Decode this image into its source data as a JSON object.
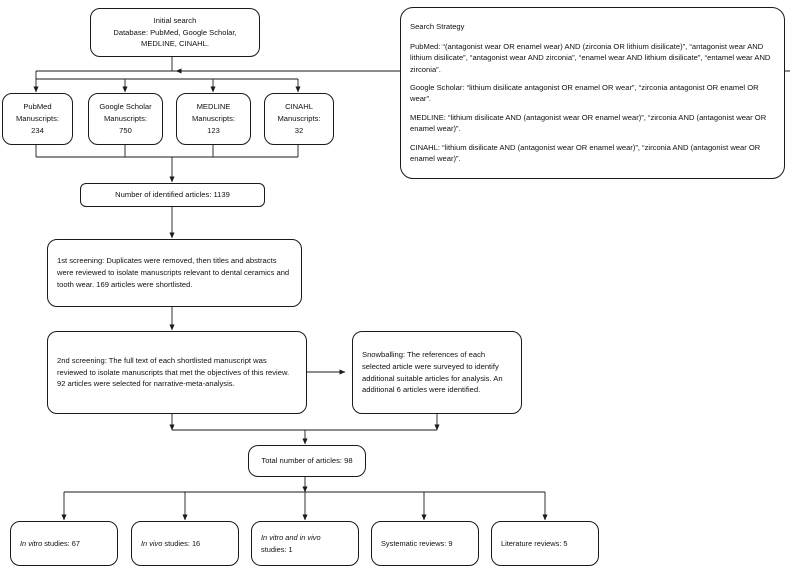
{
  "diagram": {
    "type": "prisma-flowchart",
    "title": "Literature search flow diagram",
    "nodes": {
      "initial_search": {
        "line1": "Initial search",
        "line2": "Database: PubMed, Google Scholar,",
        "line3": "MEDLINE, CINAHL."
      },
      "search_strategy": {
        "heading": "Search Strategy",
        "pubmed": "PubMed: “(antagonist wear OR enamel wear) AND (zirconia OR lithium disilicate)”, “antagonist wear AND lithium disilicate”, “antagonist wear AND zirconia”, “enamel wear AND lithium disilicate”, “entamel wear AND zirconia”.",
        "google_scholar": "Google Scholar: “lithium disilicate antagonist OR enamel OR wear”, “zirconia antagonist OR enamel OR wear”.",
        "medline": "MEDLINE: “lithium disilicate AND (antagonist wear OR enamel wear)”, “zirconia AND (antagonist wear OR enamel wear)”.",
        "cinahl": "CINAHL: “lithium disilicate AND (antagonist wear OR enamel wear)”, “zirconia AND (antagonist wear OR enamel wear)”."
      },
      "pubmed_box": {
        "source": "PubMed",
        "label": "Manuscripts:",
        "count": "234"
      },
      "google_scholar_box": {
        "source": "Google Scholar",
        "label": "Manuscripts:",
        "count": "750"
      },
      "medline_box": {
        "source": "MEDLINE",
        "label": "Manuscripts:",
        "count": "123"
      },
      "cinahl_box": {
        "source": "CINAHL",
        "label": "Manuscripts:",
        "count": "32"
      },
      "identified_articles": {
        "text": "Number of identified articles: 1139"
      },
      "first_screening": {
        "text": "1st screening: Duplicates were removed, then titles and abstracts were reviewed to isolate manuscripts relevant to dental ceramics and tooth wear.  169 articles were shortlisted."
      },
      "second_screening": {
        "text": "2nd screening: The full text of each shortlisted manuscript was reviewed to isolate manuscripts that met the objectives of this review.  92  articles were selected for narrative-meta-analysis."
      },
      "snowballing": {
        "text": "Snowballing: The references of each selected article were surveyed to identify additional suitable articles for analysis. An additional 6 articles were identified."
      },
      "total_articles": {
        "text": "Total number of articles: 98"
      },
      "in_vitro": {
        "emph": "In vitro",
        "rest": " studies: 67"
      },
      "in_vivo": {
        "emph": "In vivo",
        "rest": " studies: 16"
      },
      "in_vitro_and_in_vivo": {
        "emph": "In vitro",
        "rest": " and in vivo",
        "line2": "studies: 1"
      },
      "systematic_reviews": {
        "text": "Systematic reviews: 9"
      },
      "literature_reviews": {
        "text": "Literature reviews: 5"
      }
    },
    "colors": {
      "stroke": "#1a1a1a",
      "background": "#ffffff",
      "text": "#111111"
    }
  }
}
